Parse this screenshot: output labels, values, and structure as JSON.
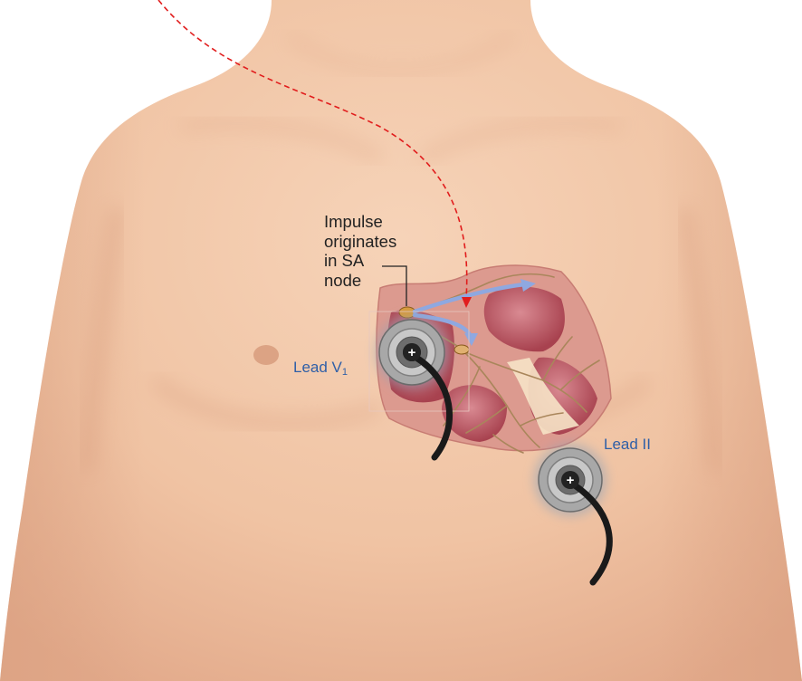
{
  "labels": {
    "impulse_lines": [
      "Impulse",
      "originates",
      "in SA",
      "node"
    ],
    "lead_v1_text": "Lead V",
    "lead_v1_subscript": "1",
    "lead_ii": "Lead II"
  },
  "electrodes": {
    "symbol": "+"
  },
  "colors": {
    "skin": "#f2c6a6",
    "skin_shadow": "#d99f80",
    "heart_wall": "#d9968d",
    "heart_chamber": "#b4525c",
    "conduction_path": "#a9865b",
    "impulse_arrow": "#8fa8e0",
    "red_path": "#e11d1d",
    "lead_text": "#2f5fa7",
    "electrode_gray": "#8a8a8a",
    "cable": "#1a1a1a"
  }
}
